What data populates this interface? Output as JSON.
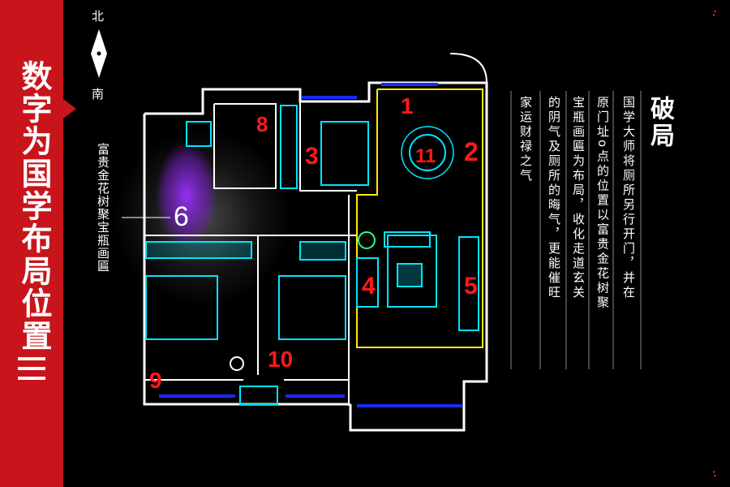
{
  "banner": {
    "title": "数字为国学布局位置"
  },
  "compass": {
    "north": "北",
    "south": "南"
  },
  "side_label": "富贵金花树聚宝瓶画匾",
  "rooms": [
    "1",
    "2",
    "3",
    "4",
    "5",
    "6",
    "8",
    "9",
    "10",
    "11"
  ],
  "panel": {
    "title": "破局",
    "columns": [
      "国学大师将厕所另行开门，并在",
      "原门址o点的位置以富贵金花树聚",
      "宝瓶画匾为布局，收化走道玄关",
      "的阴气及厕所的晦气，更能催旺",
      "家运财禄之气"
    ]
  },
  "colors": {
    "banner": "#c8141b",
    "wall": "#ffffff",
    "cyan": "#00e5ff",
    "yellow": "#ffee00",
    "blue": "#1a2aff",
    "number": "#ff1a1a",
    "glow": "#8a2be2"
  }
}
